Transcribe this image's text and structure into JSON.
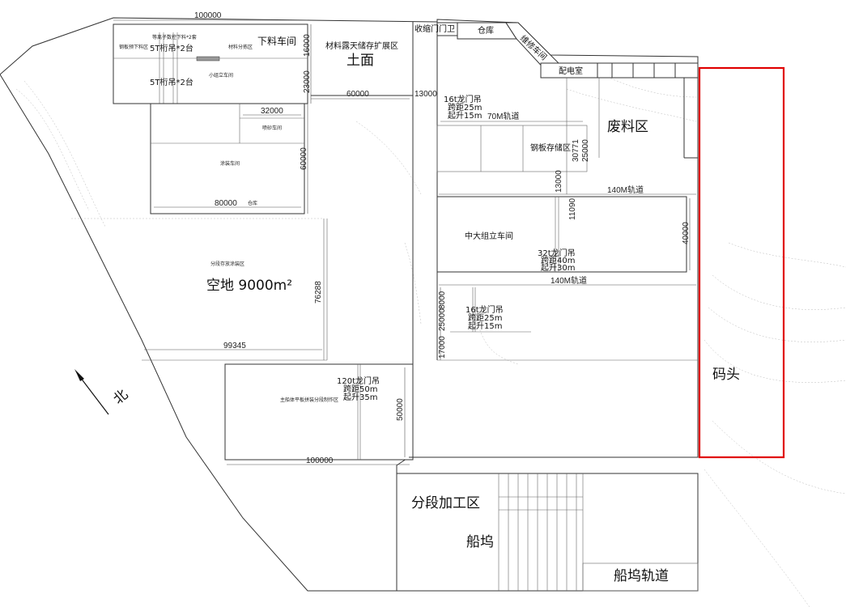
{
  "labels": {
    "north": "北",
    "xialiao": "下料车间",
    "cailiao_lutian": "材料露天储存扩展区",
    "tumian": "土面",
    "shousuo": "收缩门",
    "menwei": "门卫",
    "cangku": "仓库",
    "weixiu": "维修车间",
    "peidian": "配电室",
    "feiliao": "废料区",
    "gangban_cunchu": "钢板存储区",
    "zhongda_zuli": "中大组立车间",
    "kongdi": "空地 9000m²",
    "matou": "码头",
    "fenduan_jiagong": "分段加工区",
    "chuanwu": "船坞",
    "chuanwu_guidao": "船坞轨道",
    "gangcai_yuchuli": "钢板预下料区",
    "shukong_xialiao": "等离子数控下料*2套",
    "cailiao_fenjian": "材料分拣区",
    "xiaozu_li": "小组立车间",
    "penpao": "喷砂车间",
    "tuzhuang": "涂装车间",
    "cangku_small": "仓库",
    "fenduan_cunfang": "分段存放涂装区",
    "zhuchuanti": "主船体平板拼装分段制作区",
    "crane_5t_a": "5T桁吊*2台",
    "crane_5t_b": "5T桁吊*2台",
    "rail_70": "70M轨道",
    "rail_140_a": "140M轨道",
    "rail_140_b": "140M轨道",
    "crane_16t_a": [
      "16t龙门吊",
      "跨距25m",
      "起升15m"
    ],
    "crane_32t": [
      "32t龙门吊",
      "跨距40m",
      "起升30m"
    ],
    "crane_16t_b": [
      "16t龙门吊",
      "跨距25m",
      "起升15m"
    ],
    "crane_120t": [
      "120t龙门吊",
      "跨距50m",
      "起升35m"
    ]
  },
  "dimensions": {
    "d100000_top": "100000",
    "d16000": "16000",
    "d23000": "23000",
    "d60000_h": "60000",
    "d13000_a": "13000",
    "d32000": "32000",
    "d60000_v": "60000",
    "d80000": "80000",
    "d30771": "30771",
    "d25000_a": "25000",
    "d13000_b": "13000",
    "d11090": "11090",
    "d40000": "40000",
    "d76288": "76288",
    "d99345": "99345",
    "d8000": "8000",
    "d25000_b": "25000",
    "d17000": "17000",
    "d50000": "50000",
    "d100000_bottom": "100000"
  },
  "colors": {
    "highlight": "#e00000",
    "line": "#333333"
  }
}
